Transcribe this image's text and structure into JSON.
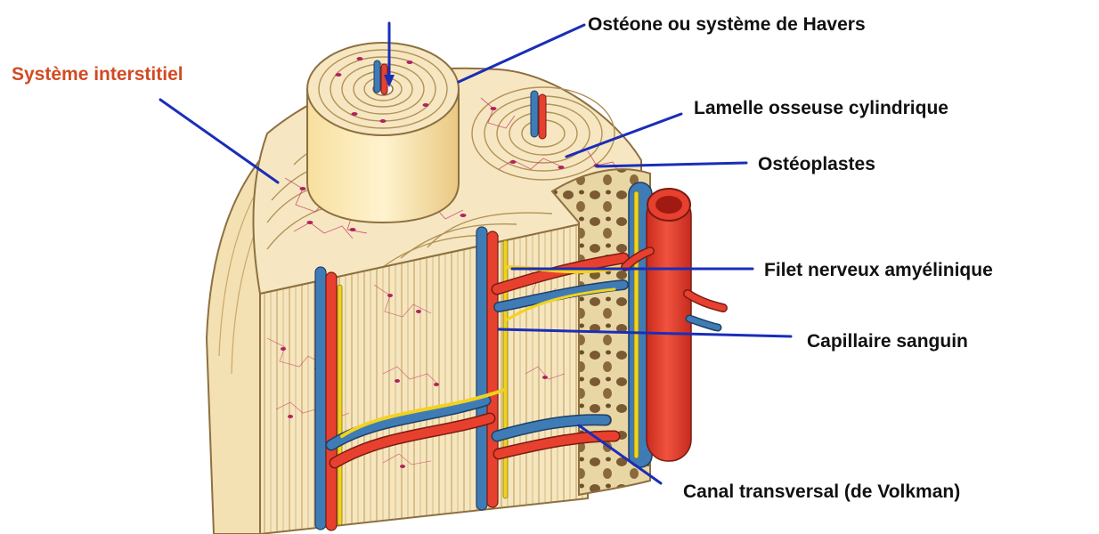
{
  "labels": {
    "interstitiel": "Système interstitiel",
    "osteone": "Ostéone ou système de Havers",
    "lamelle": "Lamelle osseuse cylindrique",
    "osteoplastes": "Ostéoplastes",
    "filet": "Filet nerveux amyélinique",
    "capillaire": "Capillaire sanguin",
    "volkman": "Canal transversal (de Volkman)"
  },
  "colors": {
    "bone": "#f5e6bf",
    "bone_dark": "#d9bf86",
    "lamella_line": "#b39257",
    "osteocyte": "#b0245e",
    "network": "#c2345e",
    "artery": "#e8402f",
    "vein": "#3f7cb6",
    "nerve": "#f2d21f",
    "spongy": "#e9d6a5",
    "spongy_hole": "#7a5a32",
    "pointer": "#1a2eb8",
    "highlight_label": "#d24a22"
  }
}
